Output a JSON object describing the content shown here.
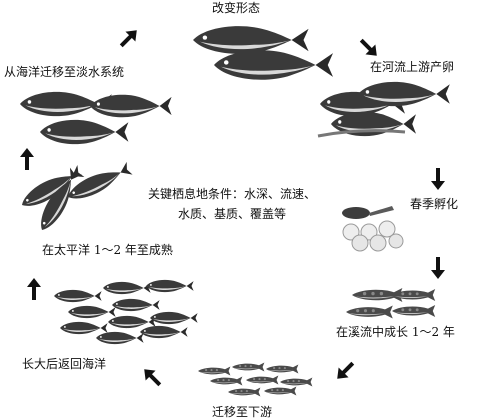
{
  "stages": {
    "change_form": "改变形态",
    "spawn_upstream": "在河流上游产卵",
    "spring_hatch": "春季孵化",
    "grow_in_stream": "在溪流中成长 1～2 年",
    "migrate_downstream": "迁移至下游",
    "return_to_ocean": "长大后返回海洋",
    "mature_in_pacific": "在太平洋 1～2 年至成熟",
    "ocean_to_freshwater": "从海洋迁移至淡水系统"
  },
  "center": {
    "line1": "关键栖息地条件：水深、流速、",
    "line2": "水质、基质、覆盖等"
  }
}
